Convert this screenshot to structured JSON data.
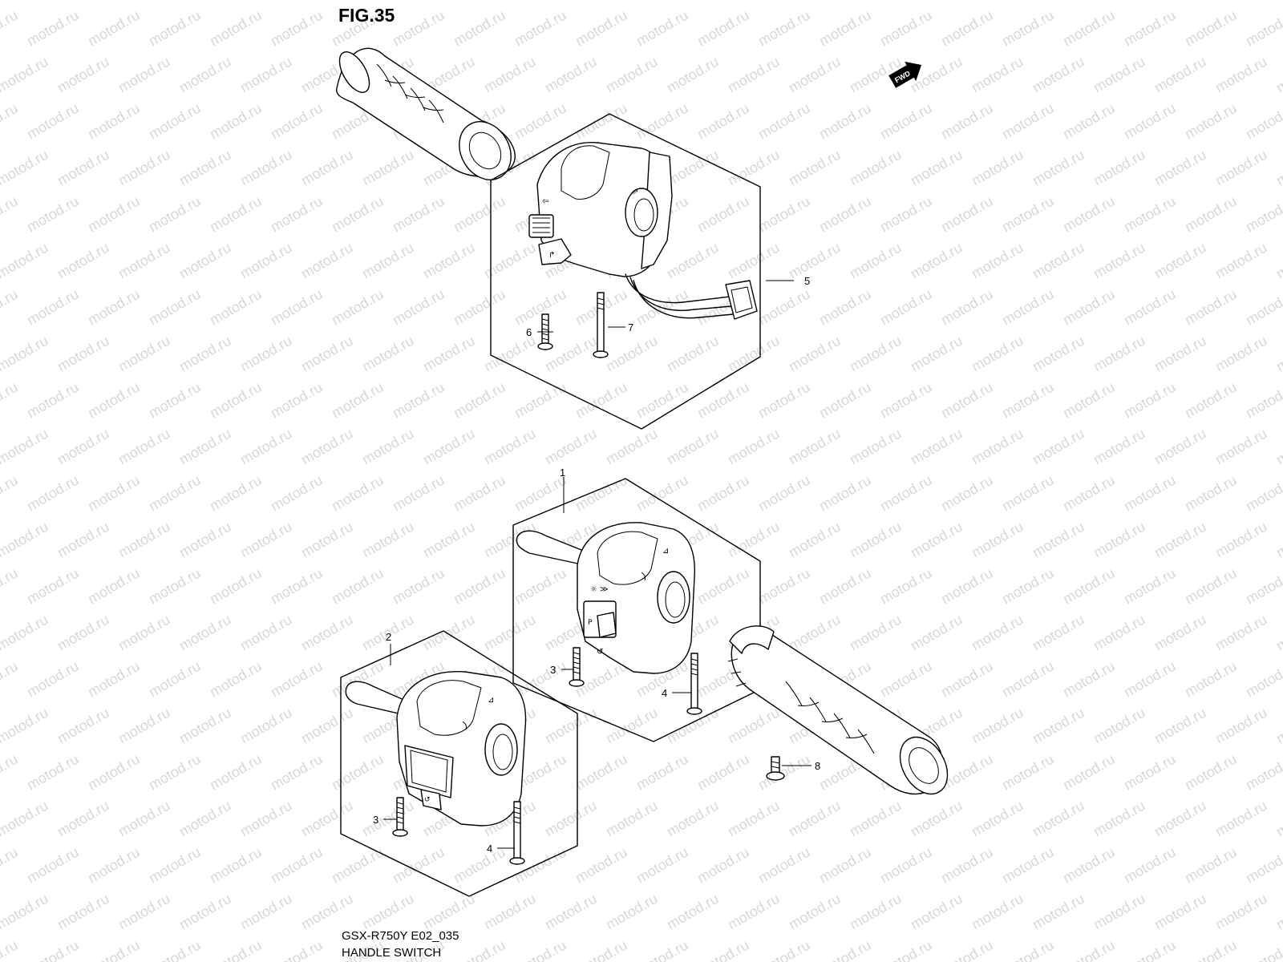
{
  "figure": {
    "title": "FIG.35",
    "model_code": "GSX-R750Y E02_035",
    "caption": "HANDLE SWITCH"
  },
  "direction_badge": "FWD",
  "watermark": "motod.ru",
  "callouts": {
    "c1": "1",
    "c2": "2",
    "c3a": "3",
    "c3b": "3",
    "c4a": "4",
    "c4b": "4",
    "c5": "5",
    "c6": "6",
    "c7": "7",
    "c8": "8"
  },
  "parts": [
    {
      "ref": "1",
      "name": "handle-switch-assembly-1"
    },
    {
      "ref": "2",
      "name": "handle-switch-assembly-2"
    },
    {
      "ref": "3",
      "name": "screw"
    },
    {
      "ref": "4",
      "name": "screw"
    },
    {
      "ref": "5",
      "name": "handle-switch-assembly-5"
    },
    {
      "ref": "6",
      "name": "screw"
    },
    {
      "ref": "7",
      "name": "screw"
    },
    {
      "ref": "8",
      "name": "screw"
    }
  ],
  "colors": {
    "ink": "#000000",
    "watermark": "#d8d8d8",
    "background": "#ffffff"
  }
}
